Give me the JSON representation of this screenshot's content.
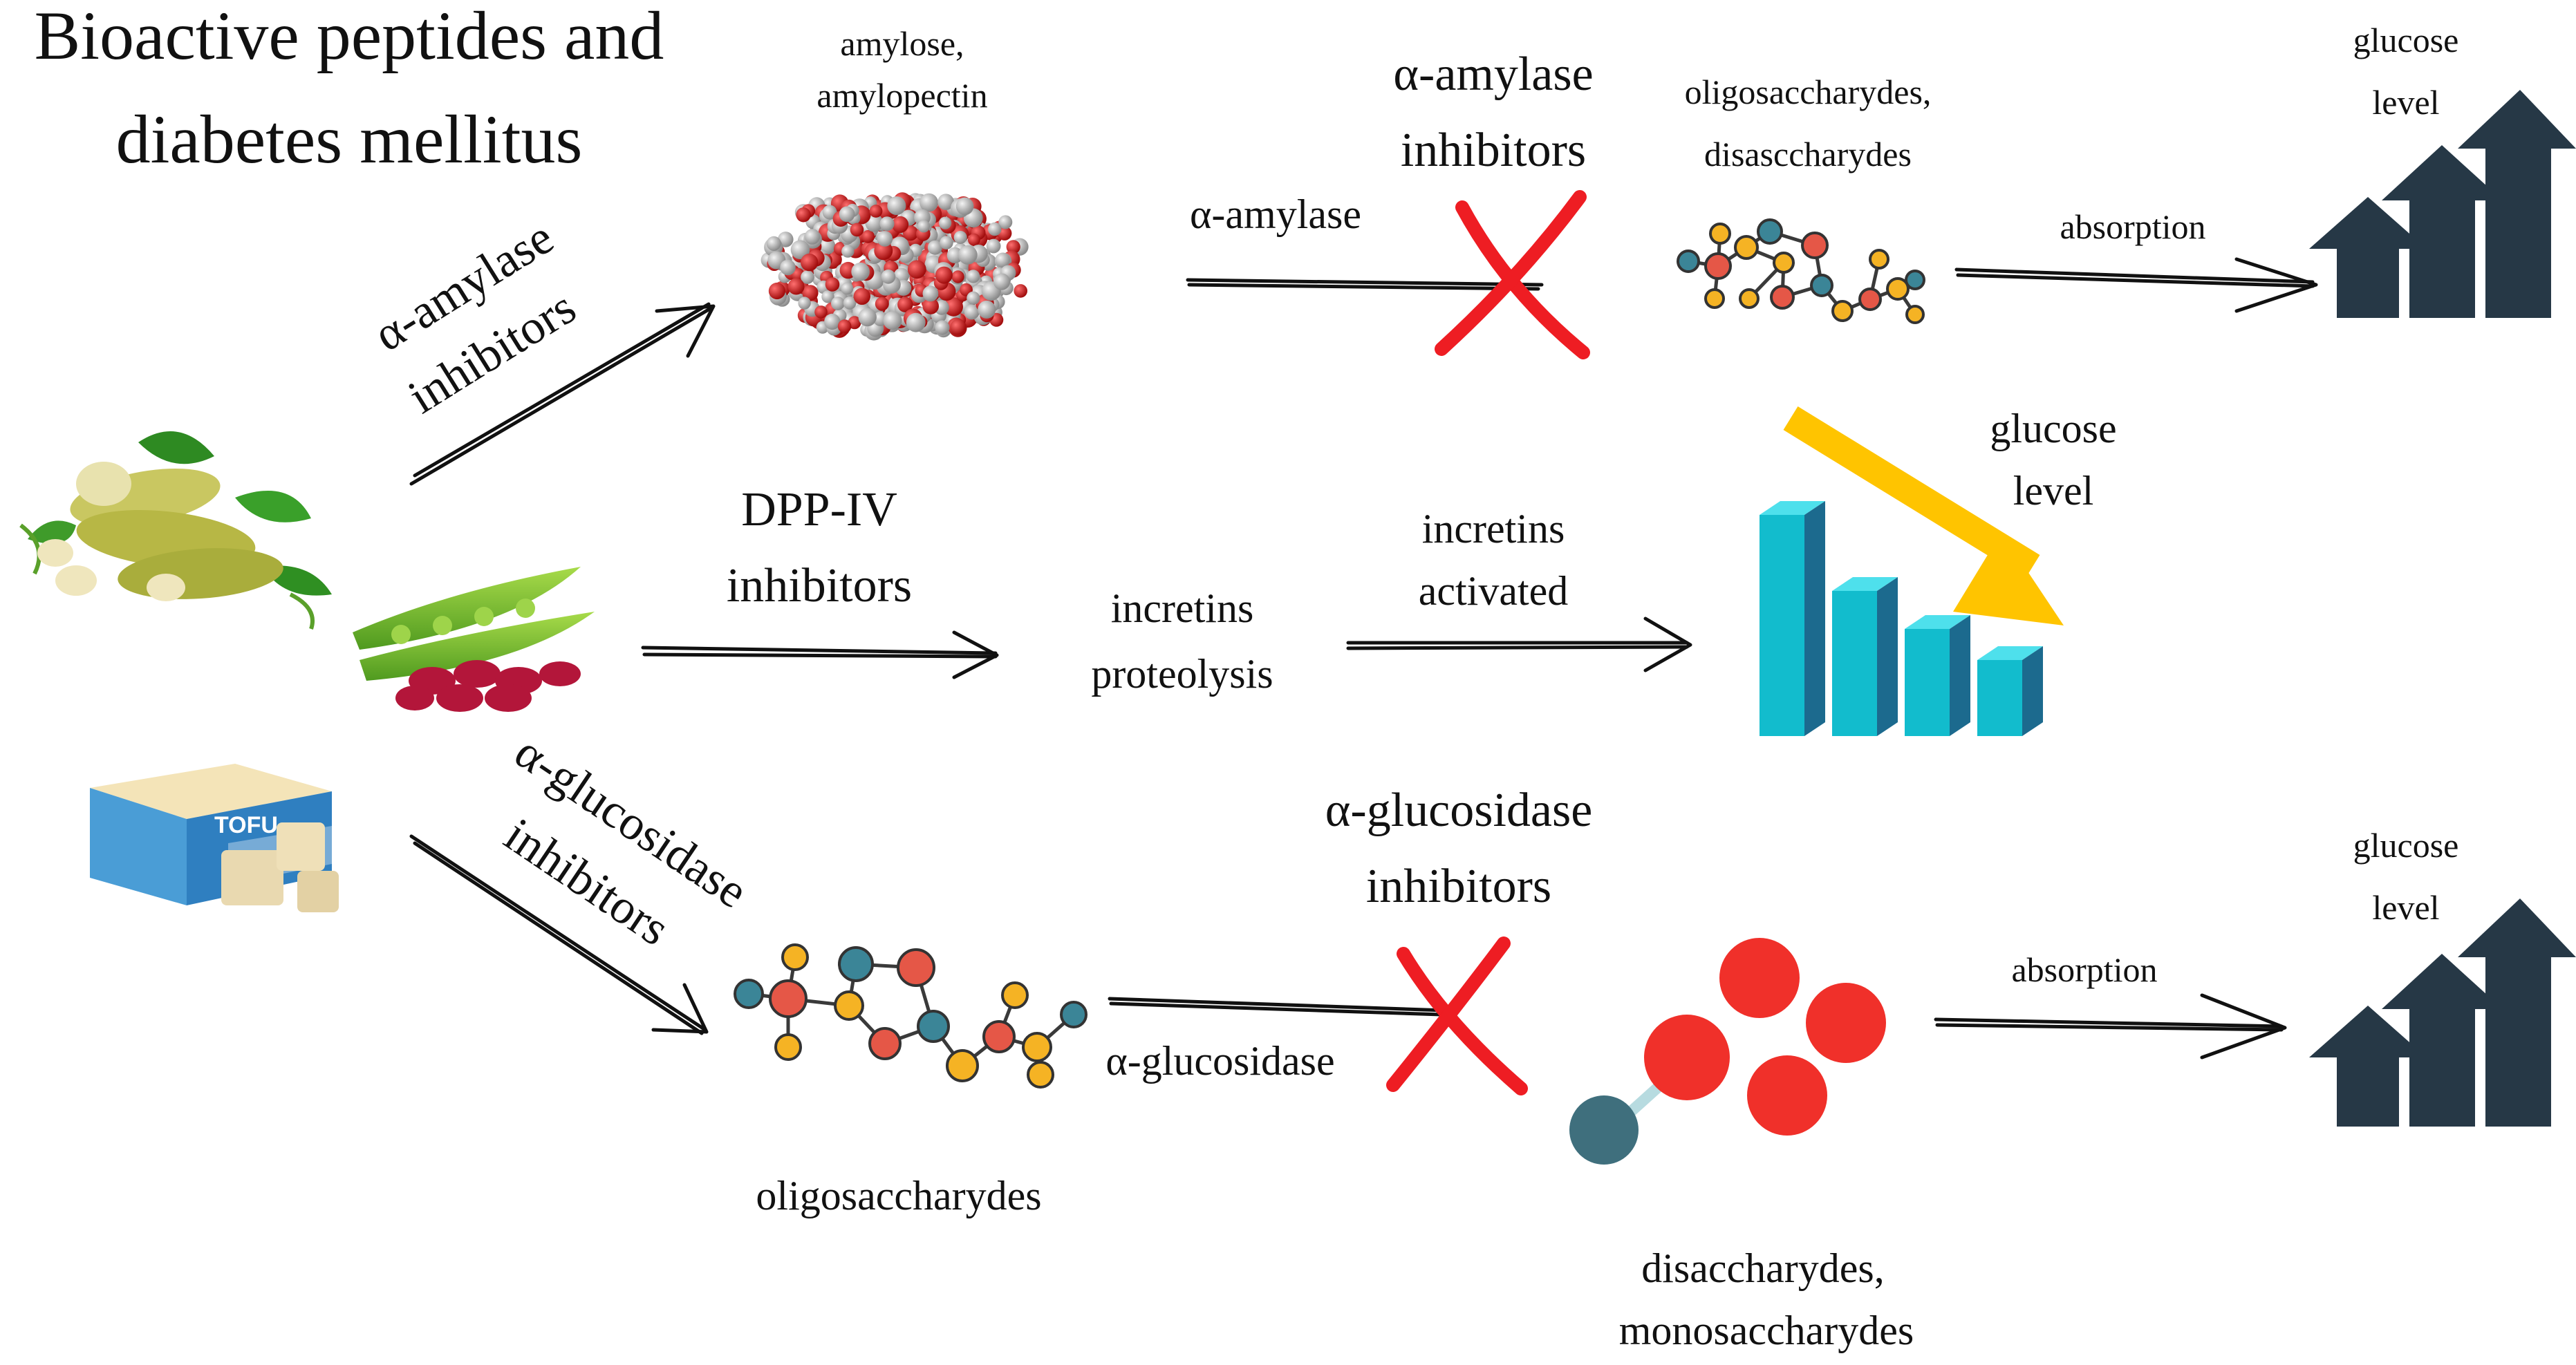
{
  "title": {
    "line1": "Bioactive peptides and",
    "line2": "diabetes mellitus"
  },
  "top_path": {
    "inhibitor_label": {
      "line1": "α-amylase",
      "line2": "inhibitors"
    },
    "substrate": {
      "line1": "amylose,",
      "line2": "amylopectin"
    },
    "enzyme": "α-amylase",
    "blocked_by": {
      "line1": "α-amylase",
      "line2": "inhibitors"
    },
    "products": {
      "line1": "oligosaccharydes,",
      "line2": "disasccharydes"
    },
    "step": "absorption",
    "result": {
      "line1": "glucose",
      "line2": "level"
    }
  },
  "middle_path": {
    "inhibitor_label": {
      "line1": "DPP-IV",
      "line2": "inhibitors"
    },
    "process": {
      "line1": "incretins",
      "line2": "proteolysis"
    },
    "step": {
      "line1": "incretins",
      "line2": "activated"
    },
    "result": {
      "line1": "glucose",
      "line2": "level"
    }
  },
  "bottom_path": {
    "inhibitor_label": {
      "line1": "α-glucosidase",
      "line2": "inhibitors"
    },
    "substrate": "oligosaccharydes",
    "enzyme": "α-glucosidase",
    "blocked_by": {
      "line1": "α-glucosidase",
      "line2": "inhibitors"
    },
    "products": {
      "line1": "disaccharydes,",
      "line2": "monosaccharydes"
    },
    "step": "absorption",
    "result": {
      "line1": "glucose",
      "line2": "level"
    }
  },
  "food_images": {
    "tofu_package": "TOFU"
  },
  "colors": {
    "arrow_up": "#263846",
    "bar_face": "#12bccd",
    "bar_side": "#1c6a8e",
    "down_arrow": "#ffc400",
    "cross": "#ee1d23",
    "molecule_orange": "#f5b324",
    "molecule_red": "#e55747",
    "molecule_blue": "#3b8597",
    "sugar_red": "#f0302a",
    "sugar_blue": "#3f6f7d"
  }
}
